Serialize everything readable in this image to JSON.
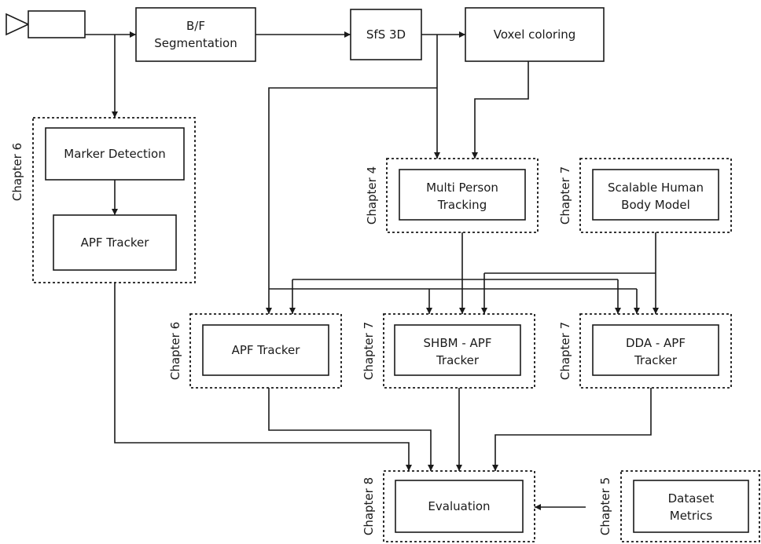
{
  "nodes": {
    "bf_segmentation": [
      "B/F",
      "Segmentation"
    ],
    "sfs3d": [
      "SfS 3D"
    ],
    "voxel_coloring": [
      "Voxel coloring"
    ],
    "marker_detection": [
      "Marker Detection"
    ],
    "apf_tracker_ch6_top": [
      "APF Tracker"
    ],
    "multi_person_tracking": [
      "Multi Person",
      "Tracking"
    ],
    "scalable_human_body_model": [
      "Scalable Human",
      "Body Model"
    ],
    "apf_tracker": [
      "APF Tracker"
    ],
    "shbm_apf_tracker": [
      "SHBM - APF",
      "Tracker"
    ],
    "dda_apf_tracker": [
      "DDA - APF",
      "Tracker"
    ],
    "evaluation": [
      "Evaluation"
    ],
    "dataset_metrics": [
      "Dataset",
      "Metrics"
    ]
  },
  "chapters": {
    "marker": "Chapter 6",
    "multi_person": "Chapter 4",
    "scalable": "Chapter 7",
    "apf": "Chapter 6",
    "shbm": "Chapter 7",
    "dda": "Chapter 7",
    "evaluation": "Chapter 8",
    "dataset": "Chapter 5"
  }
}
